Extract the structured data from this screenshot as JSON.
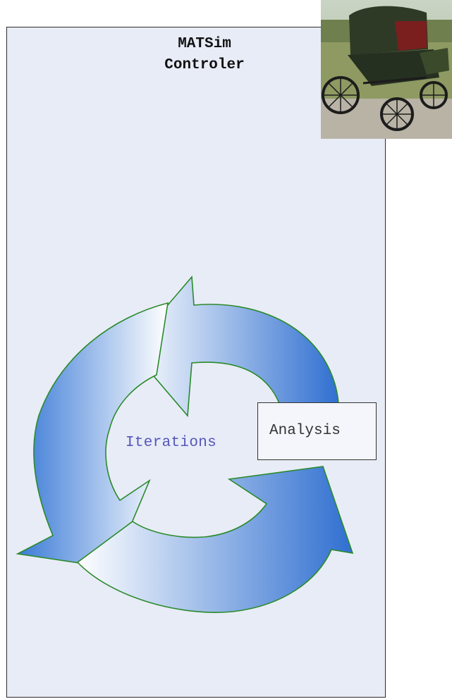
{
  "title": {
    "line1": "MATSim",
    "line2": "Controler"
  },
  "cycle": {
    "center_label": "Iterations"
  },
  "analysis": {
    "label": "Analysis"
  },
  "colors": {
    "panel_background": "#e8ecf7",
    "arrow_dark": "#2f6fd0",
    "arrow_light": "#ffffff",
    "arrow_outline": "#2a8a2a",
    "center_label": "#5555bb"
  }
}
